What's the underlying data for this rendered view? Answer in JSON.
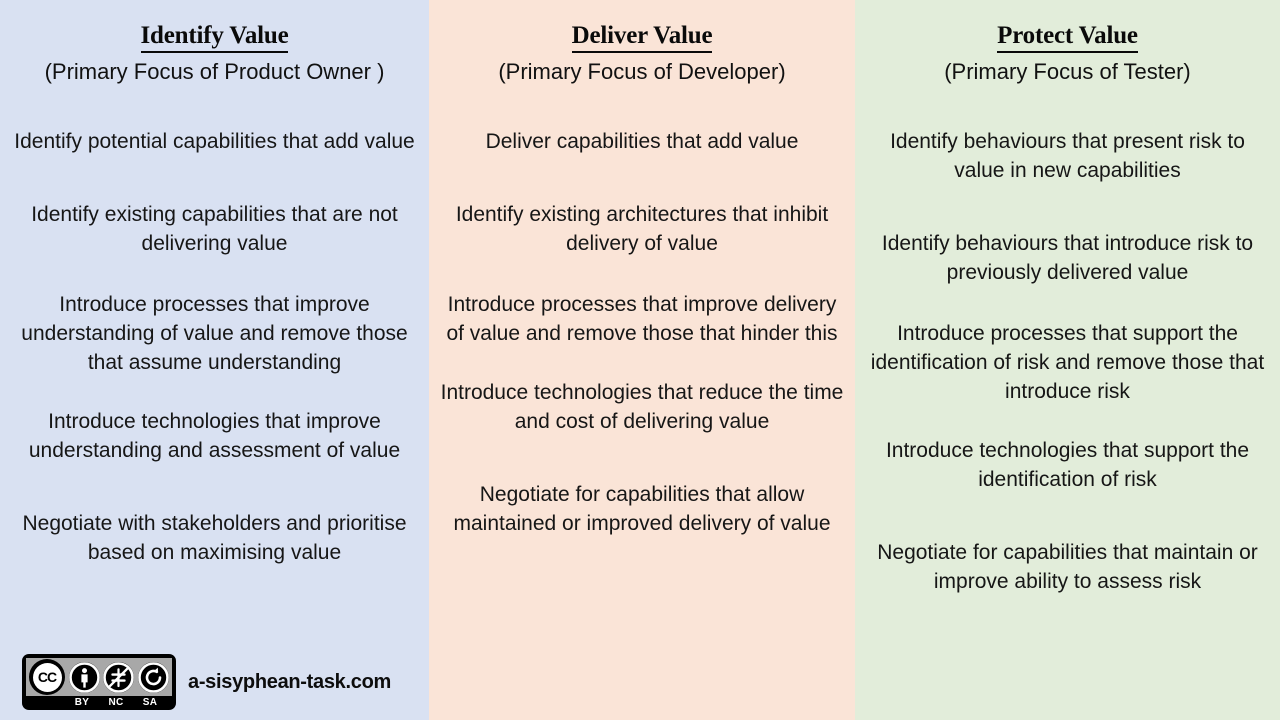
{
  "columns": [
    {
      "id": "identify-value",
      "title": "Identify Value",
      "subtitle": "(Primary Focus of Product Owner )",
      "background": "#d9e1f2",
      "items": [
        "Identify potential capabilities that add value",
        "Identify existing capabilities that are not delivering value",
        "Introduce processes that improve understanding of value and remove those that assume understanding",
        "Introduce technologies that improve understanding and assessment of value",
        "Negotiate with stakeholders and prioritise based on maximising value"
      ]
    },
    {
      "id": "deliver-value",
      "title": "Deliver Value",
      "subtitle": "(Primary Focus of Developer)",
      "background": "#fae4d7",
      "items": [
        "Deliver capabilities that add value",
        "Identify existing architectures that inhibit delivery of value",
        "Introduce processes that improve delivery of value and remove those that hinder this",
        "Introduce technologies that reduce the time and cost of delivering value",
        "Negotiate for capabilities that allow maintained or improved delivery of value"
      ]
    },
    {
      "id": "protect-value",
      "title": "Protect Value",
      "subtitle": "(Primary Focus of Tester)",
      "background": "#e2edda",
      "items": [
        "Identify behaviours that present risk to value in new capabilities",
        "Identify behaviours that introduce risk to previously delivered value",
        "Introduce processes that support the identification of risk and remove those that introduce risk",
        "Introduce technologies that support the identification of risk",
        "Negotiate for capabilities that maintain or improve ability to assess risk"
      ]
    }
  ],
  "footer": {
    "license_mark": "CC",
    "license_terms": [
      "BY",
      "NC",
      "SA"
    ],
    "site_name": "a-sisyphean-task.com"
  }
}
